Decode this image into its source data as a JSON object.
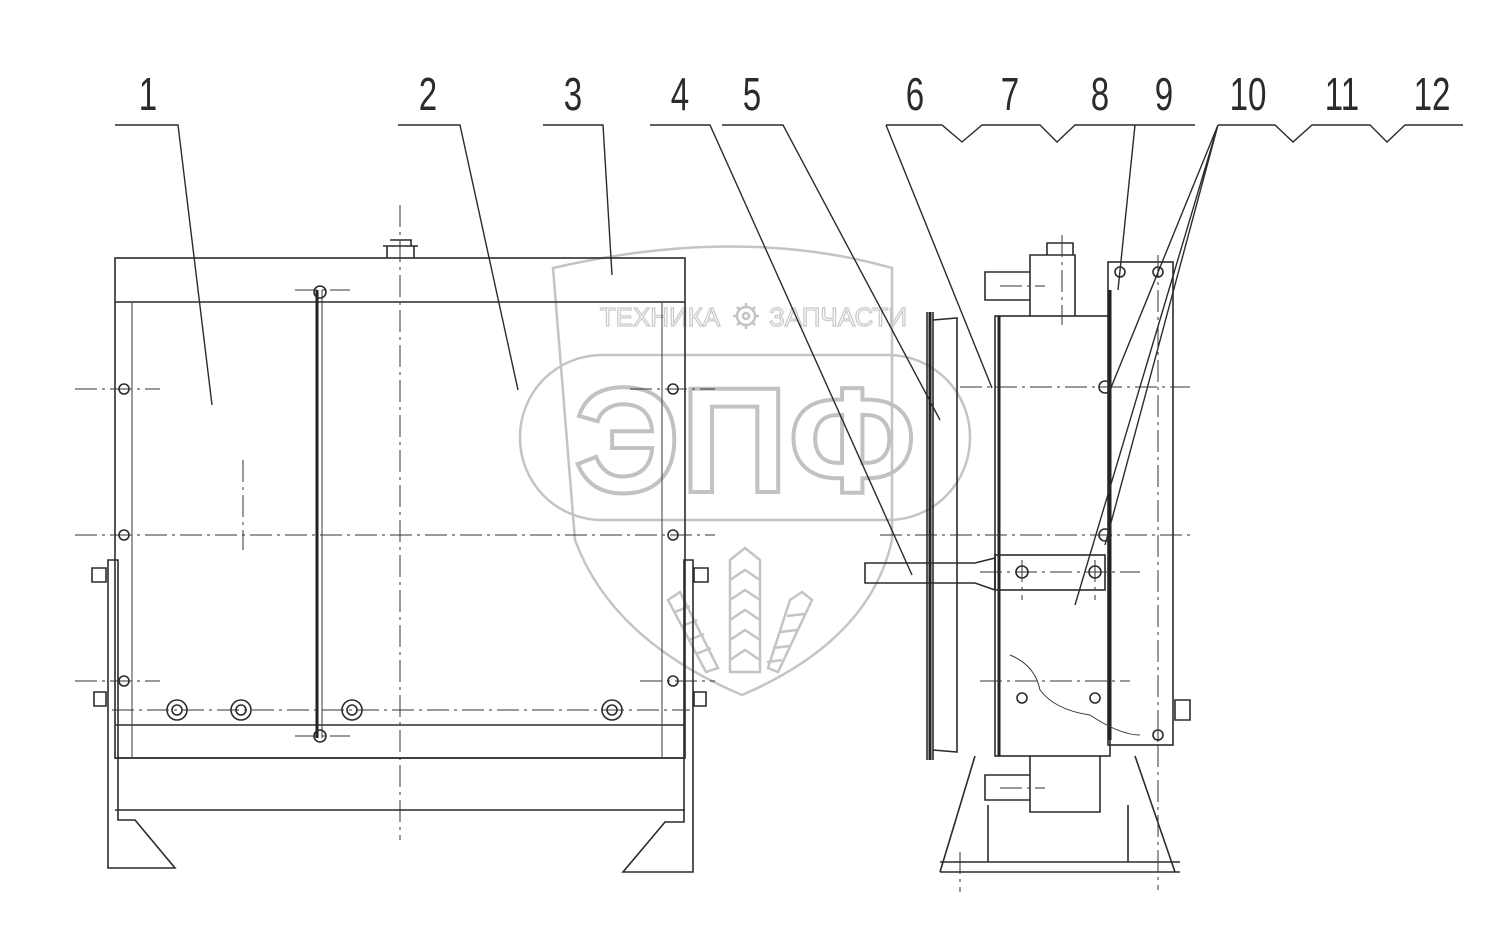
{
  "callouts": [
    "1",
    "2",
    "3",
    "4",
    "5",
    "6",
    "7",
    "8",
    "9",
    "10",
    "11",
    "12"
  ],
  "watermark": {
    "top_left": "ТЕХНИКА",
    "top_right": "ЗАПЧАСТИ",
    "letters": "ЭПФ",
    "gear_icon": "gear-icon"
  },
  "colors": {
    "line": "#2b2b2b",
    "watermark": "#c4c4c4",
    "background": "#ffffff"
  }
}
